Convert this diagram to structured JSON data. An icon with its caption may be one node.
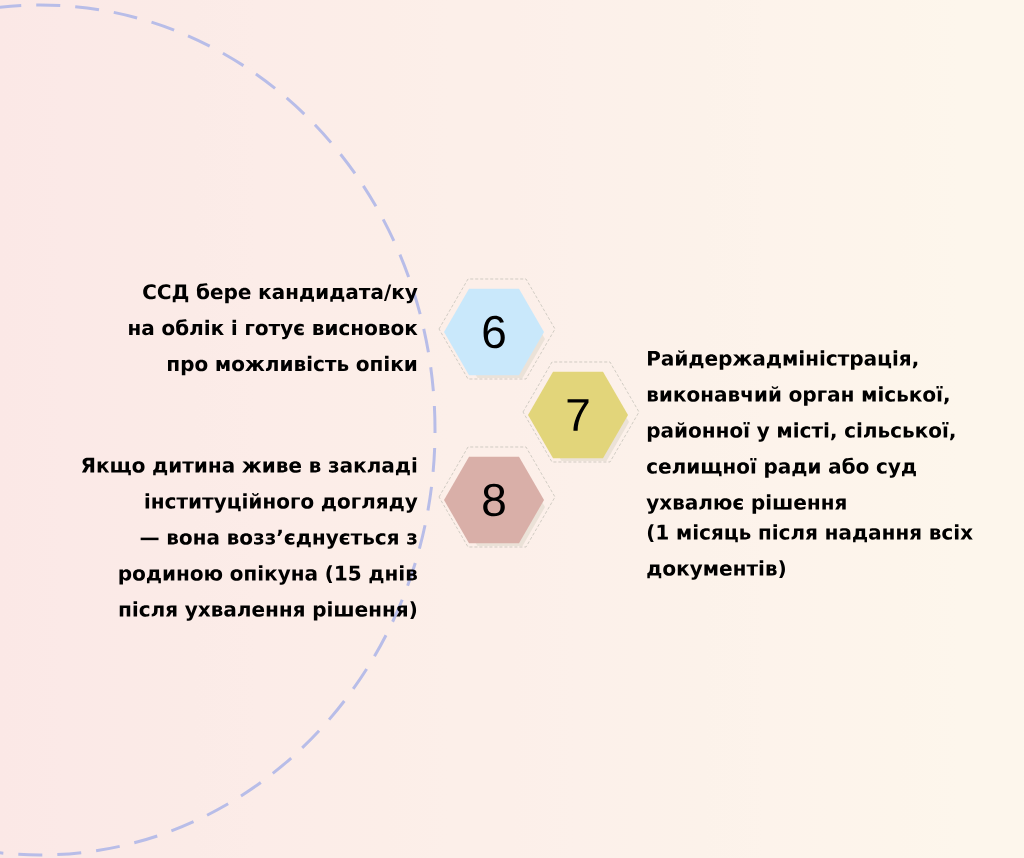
{
  "diagram": {
    "nodes": [
      {
        "text": [
          "6"
        ],
        "beside": [
          "ССД бере кандидата/ку на облік і готує висновок про можливість опіки"
        ]
      },
      {
        "text": [
          "7"
        ],
        "beside": [
          "Райдержадміністрація, виконавчий орган міської, районної у місті, сільської, селищної ради або суд ухвалює рішення",
          "(1 місяць після надання всіх документів)"
        ]
      },
      {
        "text": [
          "8"
        ],
        "beside": [
          "Якщо дитина живе в закладі інституційного догляду — вона возз’єднується з родиною опікуна (15 днів після ухвалення рішення)"
        ]
      }
    ]
  }
}
